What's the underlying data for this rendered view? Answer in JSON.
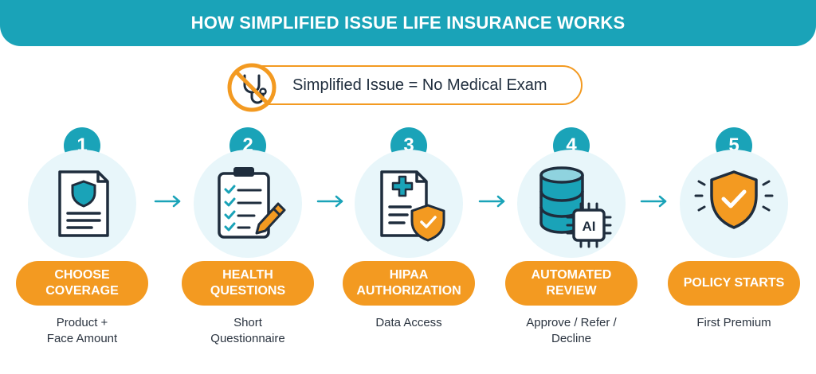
{
  "header": {
    "title": "HOW SIMPLIFIED ISSUE LIFE INSURANCE WORKS"
  },
  "exam_banner": {
    "text": "Simplified Issue = No Medical Exam",
    "icon": "no-stethoscope-icon"
  },
  "colors": {
    "teal": "#1aa3b8",
    "orange": "#f39a21",
    "light_circle": "#e8f6fa",
    "dark": "#1f2d3d"
  },
  "steps": [
    {
      "number": "1",
      "title": "CHOOSE\nCOVERAGE",
      "description": "Product +\nFace Amount",
      "icon": "shield-document-icon"
    },
    {
      "number": "2",
      "title": "HEALTH\nQUESTIONS",
      "description": "Short\nQuestionnaire",
      "icon": "clipboard-checklist-icon"
    },
    {
      "number": "3",
      "title": "HIPAA\nAUTHORIZATION",
      "description": "Data Access",
      "icon": "medical-document-shield-icon"
    },
    {
      "number": "4",
      "title": "AUTOMATED\nREVIEW",
      "description": "Approve / Refer /\nDecline",
      "icon": "database-ai-chip-icon"
    },
    {
      "number": "5",
      "title": "POLICY STARTS",
      "description": "First Premium",
      "icon": "shield-check-icon"
    }
  ]
}
